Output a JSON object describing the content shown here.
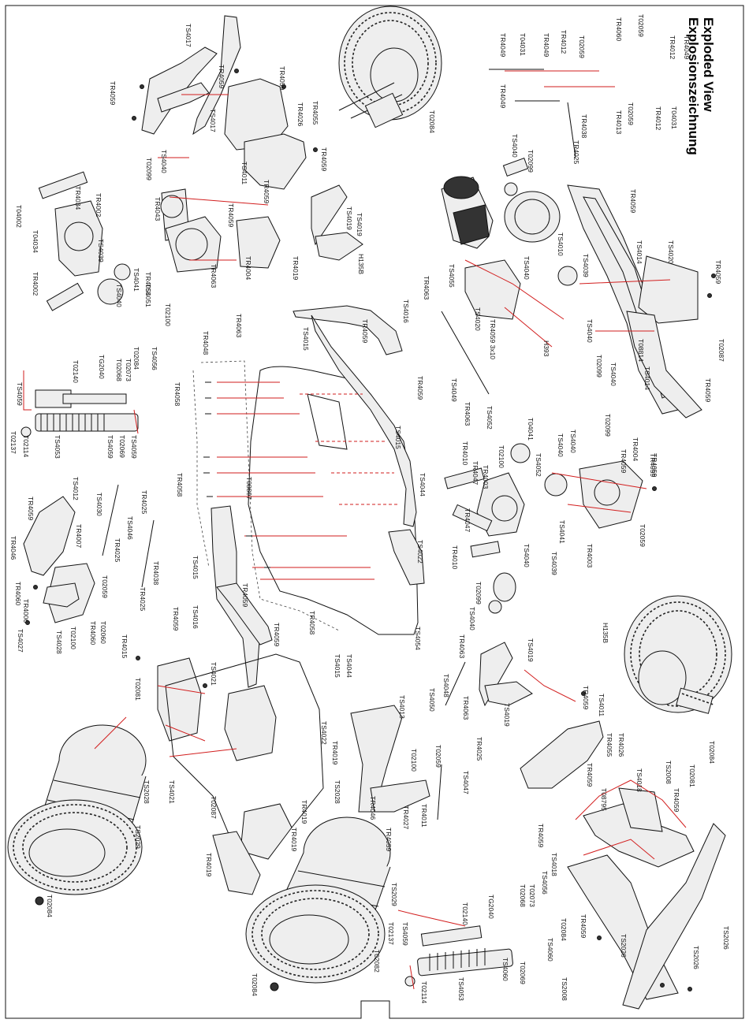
{
  "titles": {
    "english": "Exploded View",
    "german": "Explosionszeichnung"
  },
  "colors": {
    "leader": "#d21e1e",
    "ink": "#111111",
    "paper": "#ffffff"
  },
  "labels": {
    "l01": "TS4017",
    "l02": "TR4059",
    "l03": "TR4059",
    "l04": "TR4059",
    "l05": "TR4026",
    "l06": "TR4055",
    "l07": "TS4017",
    "l08": "TR4059",
    "l09": "TS4011",
    "l10": "TR4059",
    "l11": "T02084",
    "l12": "T02099",
    "l13": "TS4040",
    "l14": "TR4002",
    "l15": "TR4034",
    "l16": "T04002",
    "l17": "T04034",
    "l18": "TS4039",
    "l19": "TR4043",
    "l20": "TR4002",
    "l21": "TS4041",
    "l22": "TS4040",
    "l23": "TR4055",
    "l24": "TR4059",
    "l25": "TR4004",
    "l26": "TR4063",
    "l27": "T02100",
    "l28": "TS4051",
    "l29": "TR4048",
    "l30": "TR4063",
    "l31": "TS4019",
    "l32": "TR4019",
    "l33": "H135B",
    "l34": "TS4019",
    "l35": "TR4049",
    "l36": "T04031",
    "l37": "TR4049",
    "l38": "TR4012",
    "l39": "T02059",
    "l40": "TR4049",
    "l41": "TR4038",
    "l42": "TR4025",
    "l43": "TR4013",
    "l44": "T02059",
    "l45": "TR4012",
    "l46": "T04031",
    "l47": "TR4049",
    "l48": "TR4012",
    "l49": "T02059",
    "l50": "TR4060",
    "l51": "TS4040",
    "l52": "T02099",
    "l53": "TS4010",
    "l54": "TS4039",
    "l55": "TS4040",
    "l56": "TR4059",
    "l57": "TS4014",
    "l58": "TS4020",
    "l59": "TR4059",
    "l60": "TR4059",
    "l61": "TS4055",
    "l62": "TR4063",
    "l63": "TS4020",
    "l64": "TR4059 3x10",
    "l65": "H393",
    "l66": "TS4040",
    "l67": "T02099",
    "l68": "T08814",
    "l69": "TS4040",
    "l70": "TS4014",
    "l71": "T02087",
    "l72": "TS4016",
    "l73": "TS4015",
    "l74": "TR4059",
    "l75": "TR4059",
    "l76": "TS4049",
    "l77": "TR4063",
    "l78": "TS4052",
    "l79": "TS4056",
    "l80": "T02084",
    "l81": "TG2040",
    "l82": "T02068",
    "l83": "T02073",
    "l84": "T02140",
    "l85": "TR4058",
    "l86": "TS4059",
    "l87": "T02137",
    "l88": "T02114",
    "l89": "TS4053",
    "l90": "TS4059",
    "l91": "T02069",
    "l92": "TS4059",
    "l93": "TR4058",
    "l94": "T08807",
    "l95": "TS4015",
    "l96": "TS4022",
    "l97": "TS4044",
    "l98": "TS4015",
    "l99": "TS4016",
    "l100": "TR4059",
    "l101": "TR4058",
    "l102": "TR4059",
    "l103": "TS4054",
    "l104": "TS4012",
    "l105": "TR4059",
    "l106": "TR4046",
    "l107": "TS4030",
    "l108": "TR4025",
    "l109": "TS4046",
    "l110": "TR4025",
    "l111": "TR4038",
    "l112": "TR4007",
    "l113": "T02059",
    "l114": "TR4006",
    "l115": "TR4060",
    "l116": "TS4027",
    "l117": "TS4028",
    "l118": "T02100",
    "l119": "TR4060",
    "l120": "T02060",
    "l121": "TR4025",
    "l122": "TR4015",
    "l123": "TR4059",
    "l124": "TS4021",
    "l125": "T02081",
    "l126": "TS4022",
    "l127": "TR4019",
    "l128": "TS4021",
    "l129": "T02087",
    "l130": "TR4019",
    "l131": "TR4019",
    "l132": "TR4019",
    "l133": "TS2028",
    "l134": "TS2029",
    "l135": "T02084",
    "l136": "TS2028",
    "l137": "TS2029",
    "l138": "T02084",
    "l139": "TR4010",
    "l140": "TR4047",
    "l141": "TR4047",
    "l142": "TR4010",
    "l143": "TR4003",
    "l144": "T02100",
    "l145": "TS4052",
    "l146": "T04041",
    "l147": "TS4040",
    "l148": "TS4039",
    "l149": "TS4040",
    "l150": "T02099",
    "l151": "TS4040",
    "l152": "TS4041",
    "l153": "TR4004",
    "l154": "TR4059",
    "l155": "TR4059",
    "l156": "TR4003",
    "l157": "T02059",
    "l158": "TS4044",
    "l159": "TS4015",
    "l160": "TR4063",
    "l161": "TS4048",
    "l162": "TS4050",
    "l163": "TS4013",
    "l164": "TS4019",
    "l165": "H135B",
    "l166": "TS4019",
    "l167": "TR4063",
    "l168": "TR4025",
    "l169": "TS4047",
    "l170": "T02059",
    "l171": "TR4046",
    "l172": "TR4027",
    "l173": "TR4059",
    "l174": "TS4011",
    "l175": "TR4059",
    "l176": "TR4055",
    "l177": "TR4026",
    "l178": "TR4059",
    "l179": "TS4018",
    "l180": "T08795",
    "l181": "T02084",
    "l182": "TS2008",
    "l183": "T02081",
    "l184": "TS4018",
    "l185": "TS4056",
    "l186": "T02073",
    "l187": "T02068",
    "l188": "TG2040",
    "l189": "T02140",
    "l190": "T02084",
    "l191": "TS4060",
    "l192": "TS4060",
    "l193": "T02069",
    "l194": "TS4053",
    "l195": "T02114",
    "l196": "T02082",
    "l197": "T02137",
    "l198": "TS4059",
    "l199": "TS2026",
    "l200": "TS2026",
    "l201": "TS2026",
    "l202": "TS2008",
    "l203": "TR4059",
    "l204": "TR4059",
    "l205": "T02100",
    "l206": "TR4011",
    "l207": "TR4059",
    "l208": "TR4059",
    "l209": "TS4040",
    "l210": "T02099"
  }
}
